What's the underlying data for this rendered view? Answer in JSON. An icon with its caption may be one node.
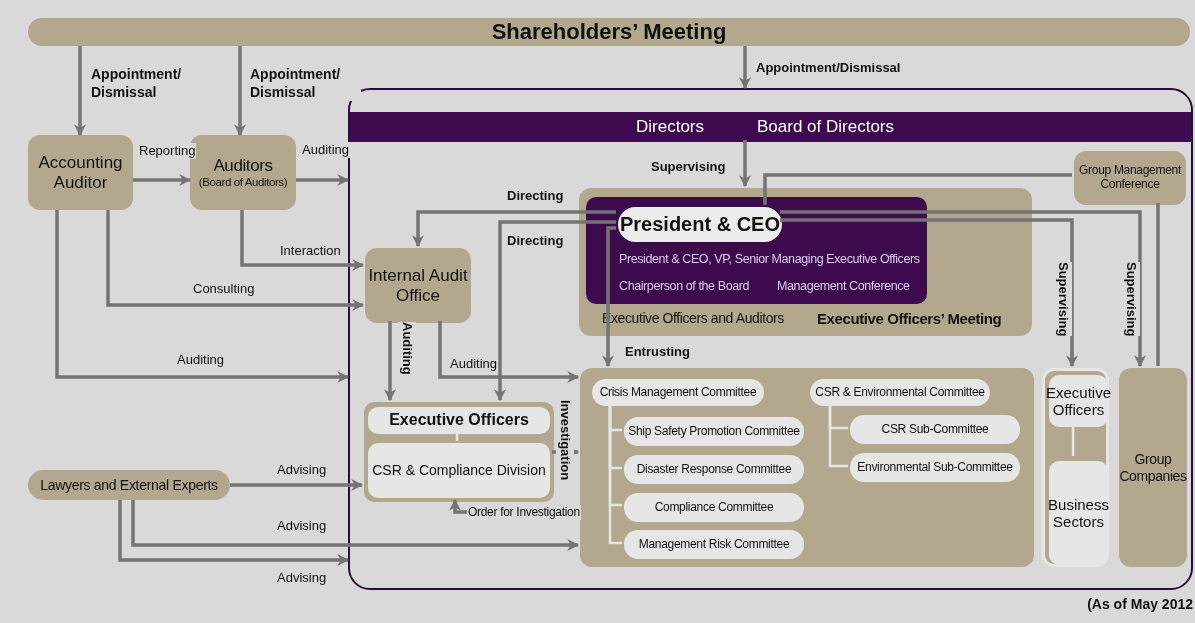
{
  "diagram": {
    "nodes": [
      {
        "text": [
          "Shareholders’ Meeting"
        ]
      },
      {
        "text": [
          "Directors",
          "Board of Directors"
        ]
      },
      {
        "text": [
          "Accounting Auditor"
        ]
      },
      {
        "text": [
          "Auditors",
          "(Board of Auditors)"
        ]
      },
      {
        "text": [
          "Internal Audit Office"
        ],
        "in": 1
      },
      {
        "text": [
          "Executive Officers and Auditors",
          "Executive Officers’ Meeting"
        ],
        "in": 1
      },
      {
        "text": [
          "President & CEO, VP, Senior Managing Executive Officers",
          "Chairperson of the Board",
          "Management Conference"
        ],
        "in": 5
      },
      {
        "text": [
          "President & CEO"
        ],
        "in": 6
      },
      {
        "text": [
          "Group Management Conference"
        ],
        "in": 1
      },
      {
        "text": [],
        "shape": "box",
        "in": 1
      },
      {
        "text": [
          "Executive Officers"
        ],
        "in": 9
      },
      {
        "text": [
          "CSR & Compliance Division"
        ],
        "in": 9
      },
      {
        "text": [],
        "shape": "box",
        "in": 1
      },
      {
        "text": [
          "Crisis Management Committee"
        ],
        "in": 12
      },
      {
        "text": [
          "Ship Safety Promotion Committee"
        ],
        "in": 12
      },
      {
        "text": [
          "Disaster Response Committee"
        ],
        "in": 12
      },
      {
        "text": [
          "Compliance Committee"
        ],
        "in": 12
      },
      {
        "text": [
          "Management Risk Committee"
        ],
        "in": 12
      },
      {
        "text": [
          "CSR & Environmental Committee"
        ],
        "in": 12
      },
      {
        "text": [
          "CSR Sub-Committee"
        ],
        "in": 12
      },
      {
        "text": [
          "Environmental Sub-Committee"
        ],
        "in": 12
      },
      {
        "text": [],
        "shape": "box",
        "in": 1
      },
      {
        "text": [
          "Executive Officers"
        ],
        "in": 21
      },
      {
        "text": [
          "Business Sectors"
        ],
        "in": 21
      },
      {
        "text": [
          "Group Companies"
        ],
        "in": 1
      },
      {
        "text": [
          "Lawyers and External Experts"
        ]
      }
    ],
    "edges": [
      {
        "from": 0,
        "to": 2,
        "arrow": "to",
        "label": "Appointment/ Dismissal"
      },
      {
        "from": 0,
        "to": 3,
        "arrow": "to",
        "label": "Appointment/ Dismissal"
      },
      {
        "from": 0,
        "to": 1,
        "arrow": "to",
        "label": "Appointment/Dismissal"
      },
      {
        "from": 2,
        "to": 3,
        "arrow": "to",
        "label": "Reporting"
      },
      {
        "from": 3,
        "to": 1,
        "arrow": "to",
        "label": "Auditing"
      },
      {
        "from": 3,
        "to": 4,
        "arrow": "to",
        "label": "Interaction"
      },
      {
        "from": 2,
        "to": 4,
        "arrow": "to",
        "label": "Consulting"
      },
      {
        "from": 2,
        "to": 1,
        "arrow": "to",
        "label": "Auditing"
      },
      {
        "from": 1,
        "to": 5,
        "arrow": "to",
        "label": "Supervising"
      },
      {
        "from": 8,
        "to": 7,
        "arrow": "none"
      },
      {
        "from": 7,
        "to": 4,
        "arrow": "to",
        "label": "Directing"
      },
      {
        "from": 7,
        "to": 9,
        "arrow": "to",
        "label": "Directing"
      },
      {
        "from": 7,
        "to": 21,
        "arrow": "to",
        "label": "Supervising"
      },
      {
        "from": 7,
        "to": 24,
        "arrow": "to",
        "label": "Supervising"
      },
      {
        "from": 8,
        "to": 24,
        "arrow": "none"
      },
      {
        "from": 4,
        "to": 9,
        "arrow": "to",
        "label": "Auditing"
      },
      {
        "from": 4,
        "to": 12,
        "arrow": "to",
        "label": "Auditing"
      },
      {
        "from": 7,
        "to": 12,
        "arrow": "to",
        "label": "Entrusting"
      },
      {
        "from": 9,
        "to": 12,
        "arrow": "to",
        "label": "Investigation"
      },
      {
        "from": 12,
        "to": 9,
        "arrow": "to",
        "label": "Order for Investigation"
      },
      {
        "from": 25,
        "to": 9,
        "arrow": "to",
        "label": "Advising"
      },
      {
        "from": 25,
        "to": 12,
        "arrow": "to",
        "label": "Advising"
      },
      {
        "from": 25,
        "to": 1,
        "arrow": "to",
        "label": "Advising"
      },
      {
        "from": 10,
        "to": 11,
        "arrow": "none",
        "color": "#e6e6e6"
      },
      {
        "from": 22,
        "to": 23,
        "arrow": "none",
        "color": "#e6e6e6"
      },
      {
        "from": 13,
        "to": 14,
        "arrow": "none",
        "color": "#e6e6e6"
      },
      {
        "from": 13,
        "to": 15,
        "arrow": "none",
        "color": "#e6e6e6"
      },
      {
        "from": 13,
        "to": 16,
        "arrow": "none",
        "color": "#e6e6e6"
      },
      {
        "from": 13,
        "to": 17,
        "arrow": "none",
        "color": "#e6e6e6"
      },
      {
        "from": 18,
        "to": 19,
        "arrow": "none",
        "color": "#e6e6e6"
      },
      {
        "from": 18,
        "to": 20,
        "arrow": "none",
        "color": "#e6e6e6"
      }
    ],
    "labels": [
      "(As of May 2012"
    ]
  }
}
